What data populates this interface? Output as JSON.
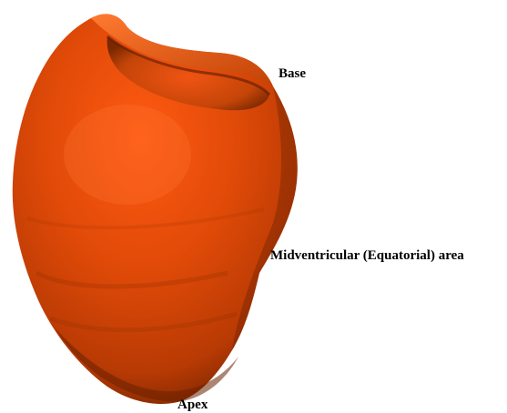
{
  "labels": {
    "base": "Base",
    "midventricular": "Midventricular (Equatorial) area",
    "apex": "Apex"
  },
  "colors": {
    "surface_highlight": "#ff5a12",
    "surface_base": "#e04a08",
    "surface_mid": "#b83a04",
    "surface_shadow": "#5e1c00",
    "background": "#ffffff",
    "label_text": "#000000"
  }
}
